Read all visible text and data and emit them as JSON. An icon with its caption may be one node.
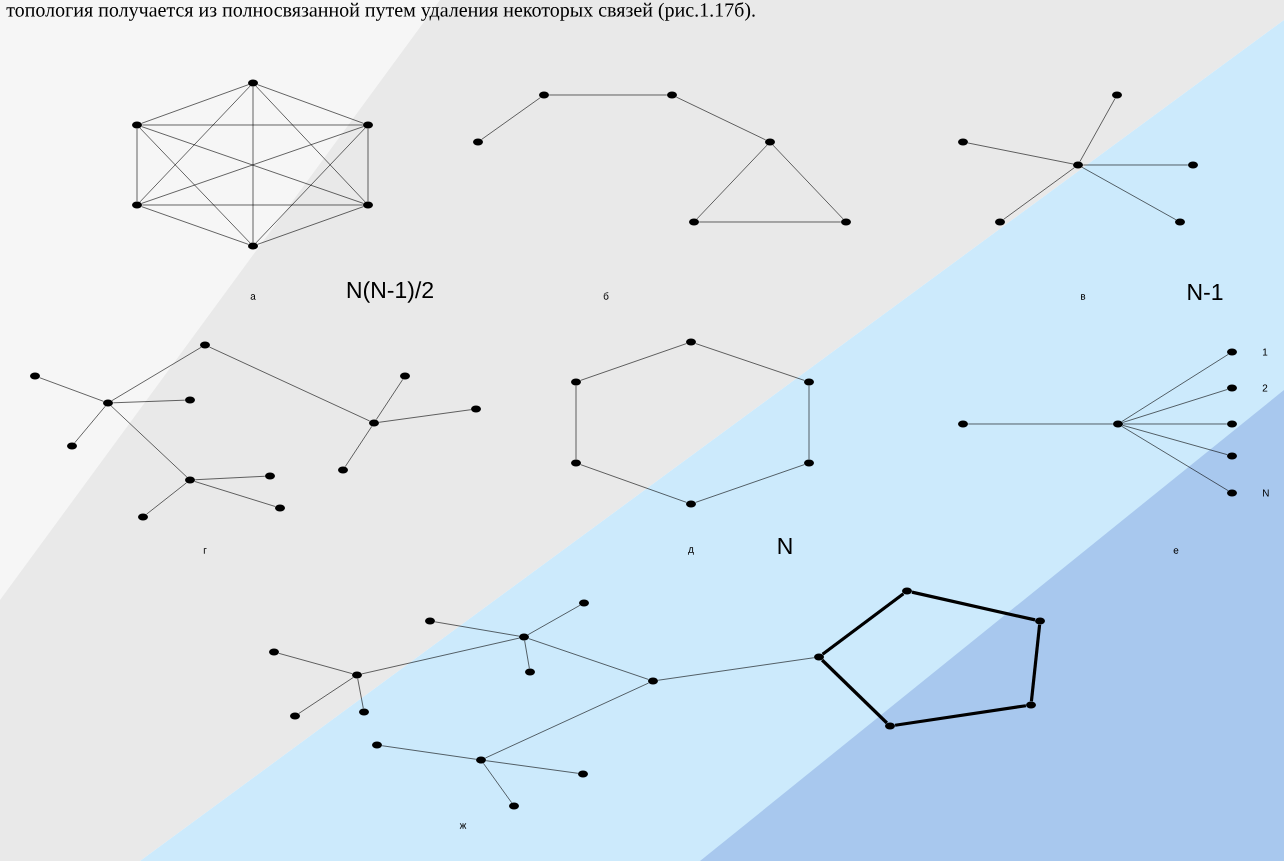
{
  "diagram": {
    "nodes": [
      {
        "text": [],
        "shape": "circle"
      },
      {
        "text": [],
        "shape": "circle"
      },
      {
        "text": [],
        "shape": "circle"
      },
      {
        "text": [],
        "shape": "circle"
      },
      {
        "text": [],
        "shape": "circle"
      },
      {
        "text": [],
        "shape": "circle"
      },
      {
        "text": [],
        "shape": "circle"
      },
      {
        "text": [],
        "shape": "circle"
      },
      {
        "text": [],
        "shape": "circle"
      },
      {
        "text": [],
        "shape": "circle"
      },
      {
        "text": [],
        "shape": "circle"
      },
      {
        "text": [],
        "shape": "circle"
      },
      {
        "text": [],
        "shape": "circle"
      },
      {
        "text": [],
        "shape": "circle"
      },
      {
        "text": [],
        "shape": "circle"
      },
      {
        "text": [],
        "shape": "circle"
      },
      {
        "text": [],
        "shape": "circle"
      },
      {
        "text": [],
        "shape": "circle"
      },
      {
        "text": [],
        "shape": "circle"
      },
      {
        "text": [],
        "shape": "circle"
      },
      {
        "text": [],
        "shape": "circle"
      },
      {
        "text": [],
        "shape": "circle"
      },
      {
        "text": [],
        "shape": "circle"
      },
      {
        "text": [],
        "shape": "circle"
      },
      {
        "text": [],
        "shape": "circle"
      },
      {
        "text": [],
        "shape": "circle"
      },
      {
        "text": [],
        "shape": "circle"
      },
      {
        "text": [],
        "shape": "circle"
      },
      {
        "text": [],
        "shape": "circle"
      },
      {
        "text": [],
        "shape": "circle"
      },
      {
        "text": [],
        "shape": "circle"
      },
      {
        "text": [],
        "shape": "circle"
      },
      {
        "text": [],
        "shape": "circle"
      },
      {
        "text": [],
        "shape": "circle"
      },
      {
        "text": [],
        "shape": "circle"
      },
      {
        "text": [],
        "shape": "circle"
      },
      {
        "text": [],
        "shape": "circle"
      },
      {
        "text": [],
        "shape": "circle"
      },
      {
        "text": [],
        "shape": "circle"
      },
      {
        "text": [],
        "shape": "circle",
        "beside": [
          "1"
        ]
      },
      {
        "text": [],
        "shape": "circle",
        "beside": [
          "2"
        ]
      },
      {
        "text": [],
        "shape": "circle"
      },
      {
        "text": [],
        "shape": "circle"
      },
      {
        "text": [],
        "shape": "circle",
        "beside": [
          "N"
        ]
      },
      {
        "text": [],
        "shape": "circle"
      },
      {
        "text": [],
        "shape": "circle"
      },
      {
        "text": [],
        "shape": "circle"
      },
      {
        "text": [],
        "shape": "circle"
      },
      {
        "text": [],
        "shape": "circle"
      },
      {
        "text": [],
        "shape": "circle"
      },
      {
        "text": [],
        "shape": "circle"
      },
      {
        "text": [],
        "shape": "circle"
      },
      {
        "text": [],
        "shape": "circle"
      },
      {
        "text": [],
        "shape": "circle"
      },
      {
        "text": [],
        "shape": "circle"
      },
      {
        "text": [],
        "shape": "circle"
      },
      {
        "text": [],
        "shape": "circle"
      },
      {
        "text": [],
        "shape": "circle"
      },
      {
        "text": [],
        "shape": "circle"
      },
      {
        "text": [],
        "shape": "circle"
      },
      {
        "text": [],
        "shape": "circle"
      },
      {
        "text": [],
        "shape": "circle"
      }
    ],
    "edges": [
      {
        "from": 0,
        "to": 1,
        "arrow": "none"
      },
      {
        "from": 0,
        "to": 2,
        "arrow": "none"
      },
      {
        "from": 0,
        "to": 3,
        "arrow": "none"
      },
      {
        "from": 0,
        "to": 4,
        "arrow": "none"
      },
      {
        "from": 0,
        "to": 5,
        "arrow": "none"
      },
      {
        "from": 1,
        "to": 2,
        "arrow": "none"
      },
      {
        "from": 1,
        "to": 3,
        "arrow": "none"
      },
      {
        "from": 1,
        "to": 4,
        "arrow": "none"
      },
      {
        "from": 1,
        "to": 5,
        "arrow": "none"
      },
      {
        "from": 2,
        "to": 3,
        "arrow": "none"
      },
      {
        "from": 2,
        "to": 4,
        "arrow": "none"
      },
      {
        "from": 2,
        "to": 5,
        "arrow": "none"
      },
      {
        "from": 3,
        "to": 4,
        "arrow": "none"
      },
      {
        "from": 3,
        "to": 5,
        "arrow": "none"
      },
      {
        "from": 4,
        "to": 5,
        "arrow": "none"
      },
      {
        "from": 6,
        "to": 7,
        "arrow": "none"
      },
      {
        "from": 7,
        "to": 8,
        "arrow": "none"
      },
      {
        "from": 8,
        "to": 9,
        "arrow": "none"
      },
      {
        "from": 9,
        "to": 10,
        "arrow": "none"
      },
      {
        "from": 9,
        "to": 11,
        "arrow": "none"
      },
      {
        "from": 10,
        "to": 11,
        "arrow": "none"
      },
      {
        "from": 12,
        "to": 13,
        "arrow": "none"
      },
      {
        "from": 12,
        "to": 14,
        "arrow": "none"
      },
      {
        "from": 12,
        "to": 15,
        "arrow": "none"
      },
      {
        "from": 12,
        "to": 16,
        "arrow": "none"
      },
      {
        "from": 12,
        "to": 17,
        "arrow": "none"
      },
      {
        "from": 18,
        "to": 20,
        "arrow": "none"
      },
      {
        "from": 18,
        "to": 27,
        "arrow": "none"
      },
      {
        "from": 20,
        "to": 19,
        "arrow": "none"
      },
      {
        "from": 20,
        "to": 21,
        "arrow": "none"
      },
      {
        "from": 20,
        "to": 22,
        "arrow": "none"
      },
      {
        "from": 20,
        "to": 23,
        "arrow": "none"
      },
      {
        "from": 23,
        "to": 24,
        "arrow": "none"
      },
      {
        "from": 23,
        "to": 25,
        "arrow": "none"
      },
      {
        "from": 23,
        "to": 26,
        "arrow": "none"
      },
      {
        "from": 27,
        "to": 28,
        "arrow": "none"
      },
      {
        "from": 27,
        "to": 29,
        "arrow": "none"
      },
      {
        "from": 27,
        "to": 30,
        "arrow": "none"
      },
      {
        "from": 31,
        "to": 32,
        "arrow": "none"
      },
      {
        "from": 31,
        "to": 33,
        "arrow": "none"
      },
      {
        "from": 32,
        "to": 34,
        "arrow": "none"
      },
      {
        "from": 33,
        "to": 35,
        "arrow": "none"
      },
      {
        "from": 34,
        "to": 36,
        "arrow": "none"
      },
      {
        "from": 35,
        "to": 36,
        "arrow": "none"
      },
      {
        "from": 37,
        "to": 38,
        "arrow": "none"
      },
      {
        "from": 38,
        "to": 39,
        "arrow": "none"
      },
      {
        "from": 38,
        "to": 40,
        "arrow": "none"
      },
      {
        "from": 38,
        "to": 41,
        "arrow": "none"
      },
      {
        "from": 38,
        "to": 42,
        "arrow": "none"
      },
      {
        "from": 38,
        "to": 43,
        "arrow": "none"
      },
      {
        "from": 44,
        "to": 45,
        "arrow": "none"
      },
      {
        "from": 44,
        "to": 46,
        "arrow": "none"
      },
      {
        "from": 44,
        "to": 47,
        "arrow": "none"
      },
      {
        "from": 44,
        "to": 48,
        "arrow": "none"
      },
      {
        "from": 48,
        "to": 49,
        "arrow": "none"
      },
      {
        "from": 48,
        "to": 50,
        "arrow": "none"
      },
      {
        "from": 48,
        "to": 51,
        "arrow": "none"
      },
      {
        "from": 48,
        "to": 52,
        "arrow": "none"
      },
      {
        "from": 52,
        "to": 53,
        "arrow": "none"
      },
      {
        "from": 53,
        "to": 54,
        "arrow": "none"
      },
      {
        "from": 53,
        "to": 55,
        "arrow": "none"
      },
      {
        "from": 53,
        "to": 56,
        "arrow": "none"
      },
      {
        "from": 52,
        "to": 57,
        "arrow": "none"
      },
      {
        "from": 57,
        "to": 58,
        "arrow": "none",
        "style": "thick"
      },
      {
        "from": 58,
        "to": 59,
        "arrow": "none",
        "style": "thick"
      },
      {
        "from": 59,
        "to": 60,
        "arrow": "none",
        "style": "thick"
      },
      {
        "from": 60,
        "to": 61,
        "arrow": "none",
        "style": "thick"
      },
      {
        "from": 61,
        "to": 57,
        "arrow": "none",
        "style": "thick"
      }
    ],
    "labels": [
      "топология получается из полносвязанной путем удаления некоторых связей (рис.1.17б).",
      "а",
      "N(N-1)/2",
      "б",
      "в",
      "N-1",
      "г",
      "д",
      "N",
      "е",
      "ж"
    ]
  }
}
